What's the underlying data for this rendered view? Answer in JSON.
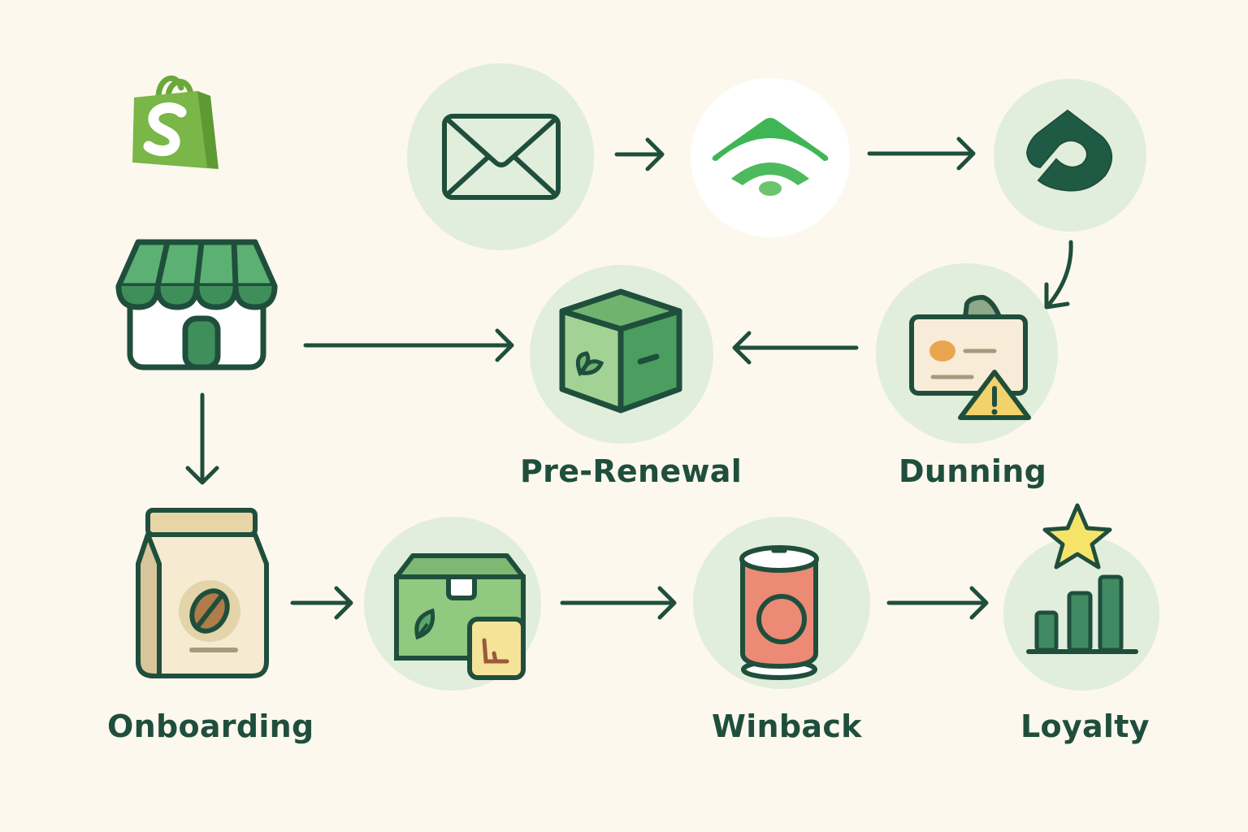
{
  "diagram": {
    "title": "Subscription lifecycle flow",
    "colors": {
      "background": "#fdf8ee",
      "circle": "#e1eedc",
      "stroke": "#1f4f3c",
      "green": "#5aa66b",
      "light_green": "#8cc47e",
      "shopify_green": "#7ab648",
      "signal_green": "#3fb556",
      "can_red": "#ec8a76",
      "star_yellow": "#f6e46a",
      "warn_yellow": "#f2d26b",
      "coin_orange": "#eaa64e"
    },
    "nodes": [
      {
        "id": "shopify",
        "icon": "shopify-bag-icon",
        "label": ""
      },
      {
        "id": "email",
        "icon": "envelope-icon",
        "label": ""
      },
      {
        "id": "signal",
        "icon": "wifi-signal-icon",
        "label": ""
      },
      {
        "id": "recharge",
        "icon": "recharge-logo-icon",
        "label": ""
      },
      {
        "id": "storefront",
        "icon": "storefront-icon",
        "label": ""
      },
      {
        "id": "pre_renewal",
        "icon": "box-icon",
        "label": "Pre-Renewal"
      },
      {
        "id": "dunning",
        "icon": "credit-card-warning-icon",
        "label": "Dunning"
      },
      {
        "id": "onboarding",
        "icon": "coffee-bag-icon",
        "label": "Onboarding"
      },
      {
        "id": "shipment",
        "icon": "package-icon",
        "label": ""
      },
      {
        "id": "winback",
        "icon": "soda-can-icon",
        "label": "Winback"
      },
      {
        "id": "loyalty",
        "icon": "bar-chart-star-icon",
        "label": "Loyalty"
      }
    ],
    "edges": [
      {
        "from": "email",
        "to": "signal"
      },
      {
        "from": "signal",
        "to": "recharge"
      },
      {
        "from": "recharge",
        "to": "dunning"
      },
      {
        "from": "dunning",
        "to": "pre_renewal"
      },
      {
        "from": "storefront",
        "to": "pre_renewal"
      },
      {
        "from": "storefront",
        "to": "onboarding"
      },
      {
        "from": "onboarding",
        "to": "shipment"
      },
      {
        "from": "shipment",
        "to": "winback"
      },
      {
        "from": "winback",
        "to": "loyalty"
      }
    ]
  }
}
